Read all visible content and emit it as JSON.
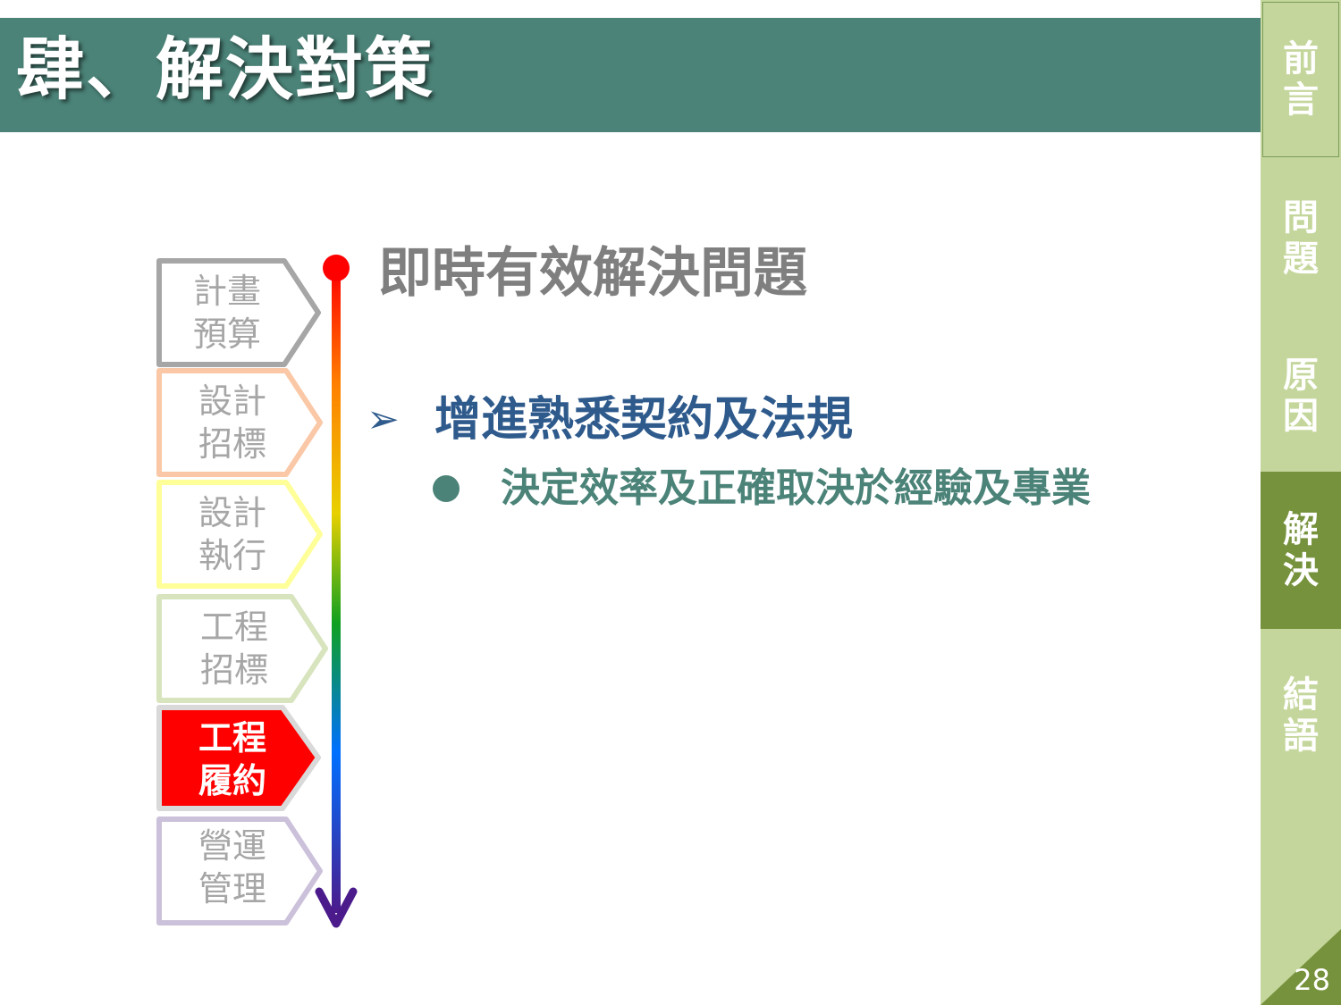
{
  "header": {
    "title": "肆、解決對策"
  },
  "sidebar": {
    "items": [
      {
        "label": "前言"
      },
      {
        "label": "問題"
      },
      {
        "label": "原因"
      },
      {
        "label": "解決"
      },
      {
        "label": "結語"
      }
    ],
    "active_index": 3,
    "page_number": "28",
    "colors": {
      "background": "#c4d69b",
      "active": "#76923c"
    }
  },
  "stages": {
    "items": [
      {
        "line1": "計畫",
        "line2": "預算",
        "border_color": "#a6a6a6"
      },
      {
        "line1": "設計",
        "line2": "招標",
        "border_color": "#fac8a6"
      },
      {
        "line1": "設計",
        "line2": "執行",
        "border_color": "#ffff99"
      },
      {
        "line1": "工程",
        "line2": "招標",
        "border_color": "#d7e4bd"
      },
      {
        "line1": "工程",
        "line2": "履約",
        "fill_color": "#ff0000"
      },
      {
        "line1": "營運",
        "line2": "管理",
        "border_color": "#ccc1da"
      }
    ],
    "active_index": 4
  },
  "content": {
    "subtitle": "即時有效解決問題",
    "bullet_marker": "➢",
    "bullet1": "增進熟悉契約及法規",
    "bullet2": "決定效率及正確取決於經驗及專業"
  },
  "colors": {
    "header_bg": "#4b8378",
    "bullet1": "#2e5a8c",
    "bullet2": "#4b8378"
  }
}
